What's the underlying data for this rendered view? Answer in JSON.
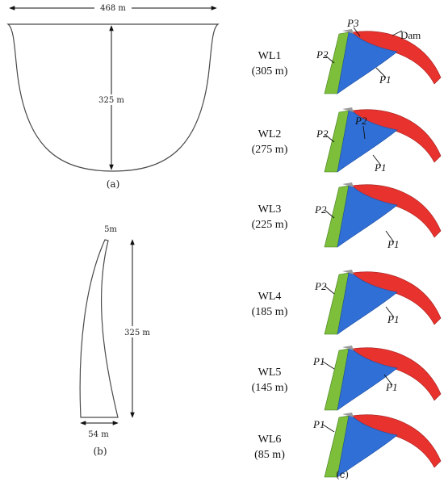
{
  "panel_a": {
    "width_label": "468 m",
    "height_label": "325 m",
    "caption": "(a)"
  },
  "panel_b": {
    "top_label": "5m",
    "height_label": "325 m",
    "base_label": "54 m",
    "caption": "(b)"
  },
  "panel_c": {
    "caption": "(c)",
    "dam_label": "Dam",
    "colors": {
      "dam": "#e8322e",
      "p1": "#2f6fd6",
      "p2": "#7dbf3a",
      "p3": "#9a9a9a"
    },
    "levels": [
      {
        "name": "WL1",
        "elevation": "(305 m)",
        "labels": [
          "P3",
          "P2",
          "P1"
        ]
      },
      {
        "name": "WL2",
        "elevation": "(275 m)",
        "labels": [
          "P2",
          "P2",
          "P1"
        ]
      },
      {
        "name": "WL3",
        "elevation": "(225 m)",
        "labels": [
          "P2",
          "P1"
        ]
      },
      {
        "name": "WL4",
        "elevation": "(185 m)",
        "labels": [
          "P2",
          "P1"
        ]
      },
      {
        "name": "WL5",
        "elevation": "(145 m)",
        "labels": [
          "P1",
          "P1"
        ]
      },
      {
        "name": "WL6",
        "elevation": "(85 m)",
        "labels": [
          "P1"
        ]
      }
    ]
  }
}
